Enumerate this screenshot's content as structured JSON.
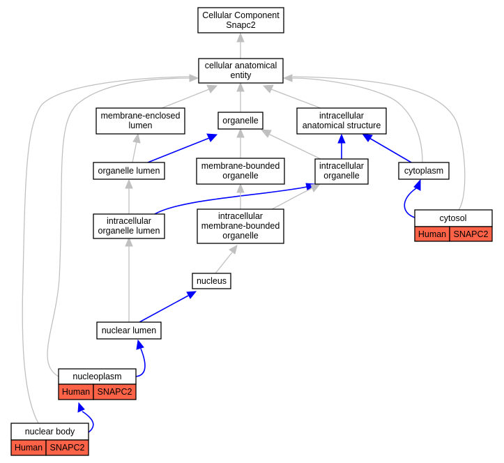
{
  "colors": {
    "is_a_edge": "#c0c0c0",
    "part_of_edge": "#0000ff",
    "annotation_fill": "#ff6347",
    "node_fill": "#ffffff"
  },
  "nodes": {
    "root": {
      "lines": [
        "Cellular Component",
        "Snapc2"
      ]
    },
    "cellular_anatomical_entity": {
      "lines": [
        "cellular anatomical",
        "entity"
      ]
    },
    "membrane_enclosed_lumen": {
      "lines": [
        "membrane-enclosed",
        "lumen"
      ]
    },
    "organelle": {
      "lines": [
        "organelle"
      ]
    },
    "intracellular_anatomical_structure": {
      "lines": [
        "intracellular",
        "anatomical structure"
      ]
    },
    "organelle_lumen": {
      "lines": [
        "organelle lumen"
      ]
    },
    "membrane_bounded_organelle": {
      "lines": [
        "membrane-bounded",
        "organelle"
      ]
    },
    "intracellular_organelle": {
      "lines": [
        "intracellular",
        "organelle"
      ]
    },
    "cytoplasm": {
      "lines": [
        "cytoplasm"
      ]
    },
    "intracellular_organelle_lumen": {
      "lines": [
        "intracellular",
        "organelle lumen"
      ]
    },
    "intracellular_membrane_bounded_organelle": {
      "lines": [
        "intracellular",
        "membrane-bounded",
        "organelle"
      ]
    },
    "cytosol": {
      "lines": [
        "cytosol"
      ],
      "annotation": [
        "Human",
        "SNAPC2"
      ]
    },
    "nucleus": {
      "lines": [
        "nucleus"
      ]
    },
    "nuclear_lumen": {
      "lines": [
        "nuclear lumen"
      ]
    },
    "nucleoplasm": {
      "lines": [
        "nucleoplasm"
      ],
      "annotation": [
        "Human",
        "SNAPC2"
      ]
    },
    "nuclear_body": {
      "lines": [
        "nuclear body"
      ],
      "annotation": [
        "Human",
        "SNAPC2"
      ]
    }
  }
}
